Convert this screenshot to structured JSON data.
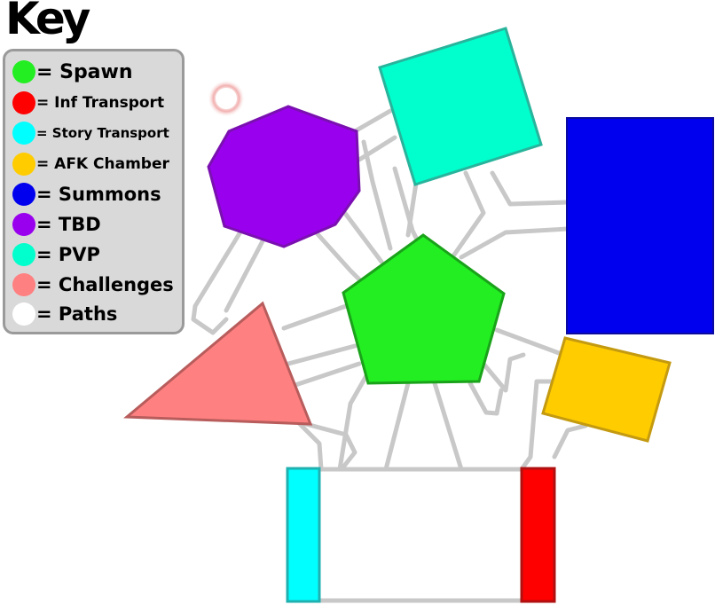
{
  "key": {
    "title": "Key",
    "items": [
      {
        "label": "= Spawn",
        "color": "#22ee22",
        "size": "big"
      },
      {
        "label": "= Inf Transport",
        "color": "#ff0000",
        "size": "small"
      },
      {
        "label": "= Story Transport",
        "color": "#00ffff",
        "size": "xsmall"
      },
      {
        "label": "= AFK Chamber",
        "color": "#ffcc00",
        "size": "small"
      },
      {
        "label": "= Summons",
        "color": "#0000ee",
        "size": "big"
      },
      {
        "label": "= TBD",
        "color": "#9900ee",
        "size": "big"
      },
      {
        "label": "= PVP",
        "color": "#00ffcc",
        "size": "big"
      },
      {
        "label": "= Challenges",
        "color": "#ff8080",
        "size": "big"
      },
      {
        "label": "= Paths",
        "color": "#ffffff",
        "size": "big"
      }
    ]
  },
  "colors": {
    "spawn": "#22ee22",
    "inf_transport": "#ff0000",
    "story_transport": "#00ffff",
    "afk_chamber": "#ffcc00",
    "summons": "#0000ee",
    "tbd": "#9900ee",
    "pvp": "#00ffcc",
    "challenges": "#ff8080",
    "path_line": "#c8c8c8"
  }
}
